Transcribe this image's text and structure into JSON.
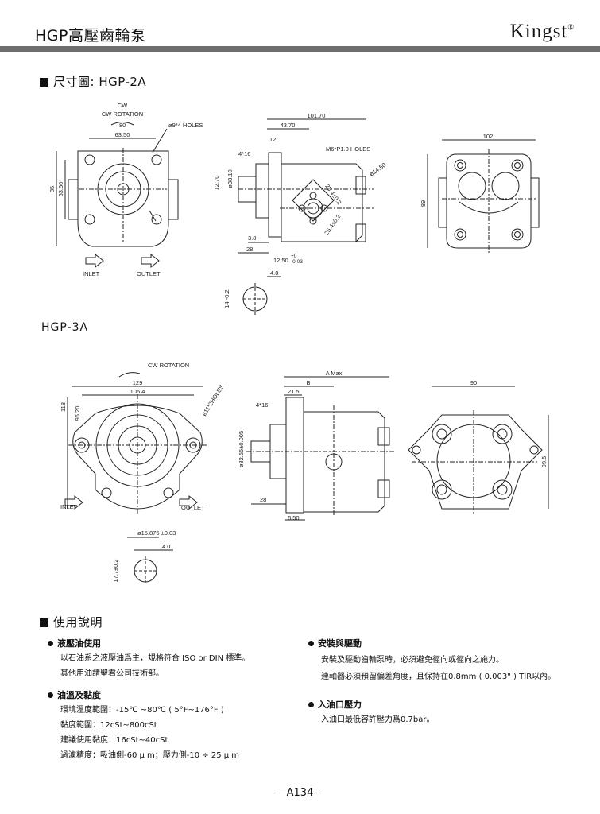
{
  "header": {
    "title": "HGP高壓齒輪泵",
    "brand": "Kingst",
    "brand_mark": "®"
  },
  "section1": {
    "title": "尺寸圖: HGP-2A"
  },
  "hgp2a": {
    "rotation": "CW ROTATION",
    "dims": {
      "w80": "80",
      "w6350": "63.50",
      "holes": "ø9*4 HOLES",
      "h85": "85",
      "h6350": "63.50",
      "d10170": "101.70",
      "d4370": "43.70",
      "d12": "12",
      "key": "4*16",
      "m6": "M6*P1.0  HOLES",
      "d1450": "ø14.50",
      "d1270": "12.70",
      "d3810": "ø38.10",
      "d38": "3.8",
      "d28": "28",
      "d1250": "12.50",
      "tol1250": "+0 / -0.03",
      "d40": "4.0",
      "shaft": "14 -0.2 +0",
      "d102": "102",
      "h89": "89",
      "b2525a": "25.4±0.2",
      "b2525b": "25.4±0.2"
    },
    "inlet": "INLET",
    "outlet": "OUTLET"
  },
  "section2": {
    "title": "HGP-3A"
  },
  "hgp3a": {
    "rotation": "CW ROTATION",
    "dims": {
      "w129": "129",
      "w1064": "106.4",
      "holes": "ø11*2HOLES",
      "h118": "118",
      "h962": "96.20",
      "amax": "A  Max",
      "b": "B",
      "d215": "21.5",
      "key": "4*16",
      "d8255": "ø82.55±0.005",
      "d28": "28",
      "d65": "6.50",
      "d90": "90",
      "h995": "99.5",
      "shaftdia": "ø15.875 ±0.03",
      "d40": "4.0",
      "shaft": "17.7±0.2"
    },
    "inlet": "INLET",
    "outlet": "OUTLET"
  },
  "usage": {
    "title": "使用說明",
    "left": [
      {
        "heading": "液壓油使用",
        "lines": [
          "以石油系之液壓油爲主，規格符合 ISO or DIN 標準。",
          "其他用油請聖君公司技術部。"
        ]
      },
      {
        "heading": "油溫及黏度",
        "lines": [
          "環境溫度範圍：-15℃ ~80℃ ( 5°F~176°F )",
          "黏度範圍：12cSt~800cSt",
          "建議使用黏度：16cSt~40cSt",
          "過濾精度：吸油側-60 μ m；壓力側-10 ÷ 25 μ m"
        ]
      }
    ],
    "right": [
      {
        "heading": "安裝與驅動",
        "lines": [
          "安裝及驅動齒輪泵時，必須避免徑向或徑向之施力。",
          "連軸器必須預留偏差角度，且保持在0.8mm ( 0.003\" ) TIR以內。"
        ]
      },
      {
        "heading": "入油口壓力",
        "lines": [
          "入油口最低容許壓力爲0.7bar。"
        ]
      }
    ]
  },
  "footer": {
    "page": "—A134—"
  }
}
